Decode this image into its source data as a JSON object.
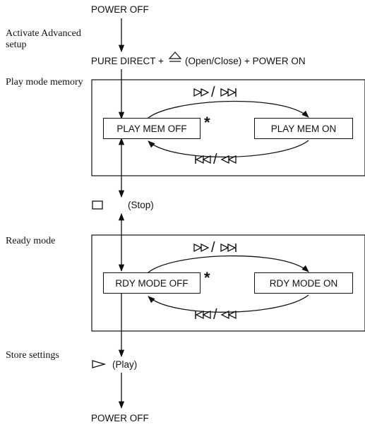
{
  "top": {
    "power_off": "POWER OFF",
    "activate_label": "Activate Advanced setup",
    "combo_part1": "PURE DIRECT +",
    "combo_part2": "(Open/Close) + POWER ON"
  },
  "play_memory": {
    "side_label": "Play mode memory",
    "off_box": "PLAY MEM OFF",
    "on_box": "PLAY MEM ON",
    "star": "*",
    "slash": "/"
  },
  "stop": {
    "label": "(Stop)"
  },
  "ready": {
    "side_label": "Ready mode",
    "off_box": "RDY MODE OFF",
    "on_box": "RDY MODE ON",
    "star": "*",
    "slash": "/"
  },
  "store": {
    "side_label": "Store settings",
    "play_label": "(Play)"
  },
  "bottom": {
    "power_off": "POWER OFF"
  },
  "icons": [
    "eject-icon",
    "fast-forward-icon",
    "skip-next-icon",
    "skip-previous-icon",
    "rewind-icon",
    "stop-icon",
    "play-icon"
  ],
  "colors": {
    "line": "#111111",
    "background": "#ffffff"
  }
}
